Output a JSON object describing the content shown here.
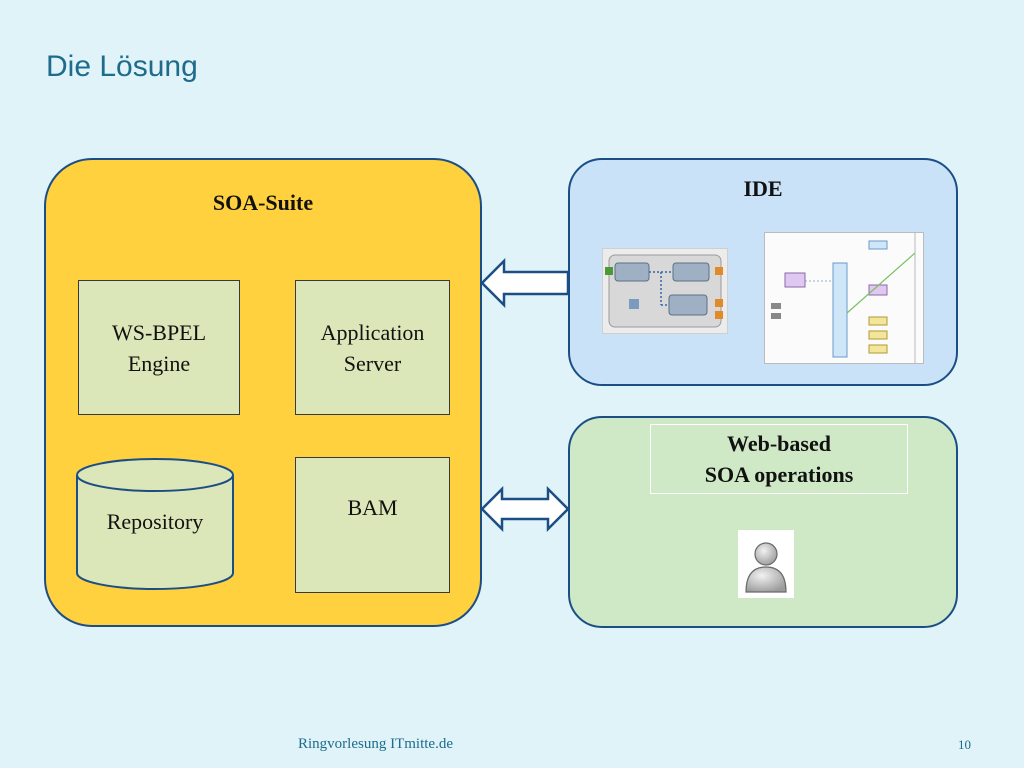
{
  "slide": {
    "title": "Die Lösung"
  },
  "soa_suite": {
    "title": "SOA-Suite",
    "components": {
      "bpel": [
        "WS-BPEL",
        "Engine"
      ],
      "appserver": [
        "Application",
        "Server"
      ],
      "repository": "Repository",
      "bam": "BAM"
    }
  },
  "ide": {
    "title": "IDE"
  },
  "operations": {
    "title": [
      "Web-based",
      "SOA operations"
    ]
  },
  "footer": {
    "text": "Ringvorlesung ITmitte.de",
    "page_number": "10"
  },
  "colors": {
    "background": "#dff3f8",
    "soa_suite_fill": "#ffd13f",
    "ide_fill": "#c9e2f8",
    "operations_fill": "#cfe9c6",
    "component_fill": "#dbe7b8",
    "border": "#1c4e86",
    "title_text": "#1e6b8c"
  },
  "icons": {
    "arrow_ide": "arrow-left-icon",
    "arrow_ops": "arrow-left-right-icon",
    "user": "user-avatar-icon"
  }
}
